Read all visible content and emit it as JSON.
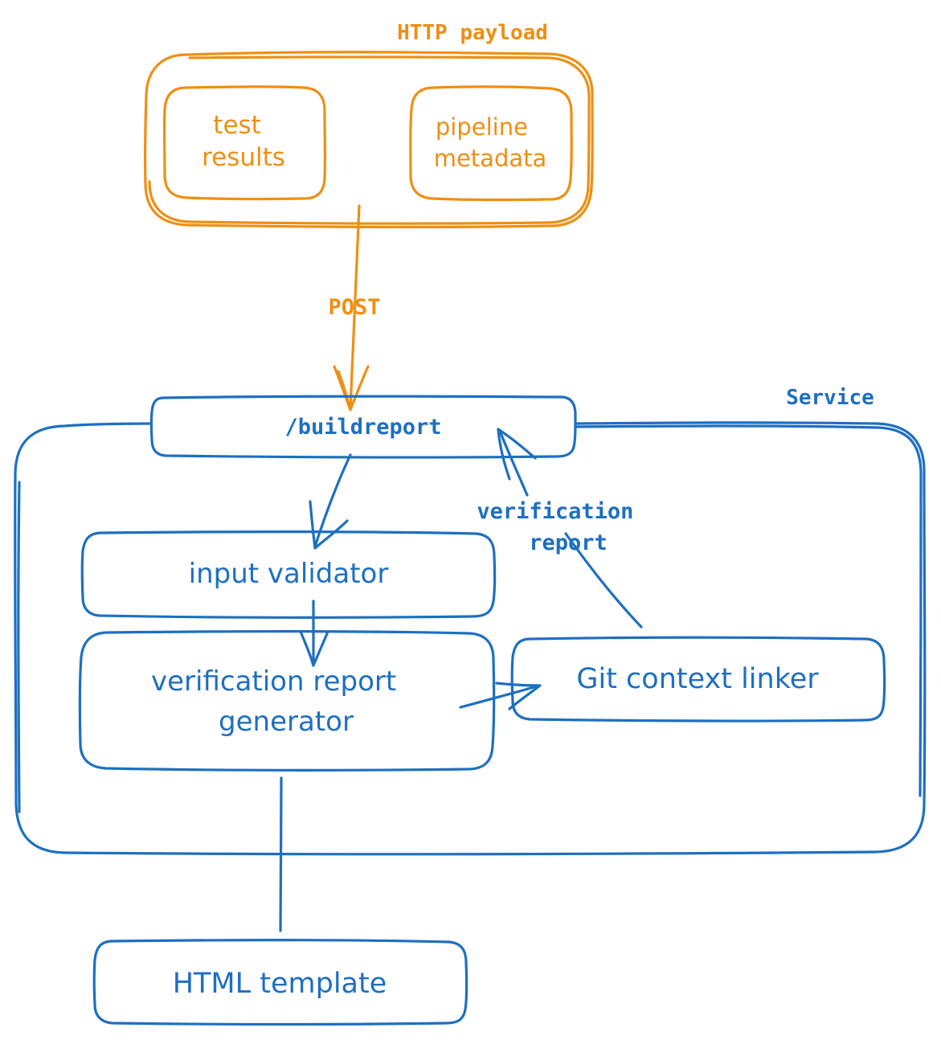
{
  "colors": {
    "orange": "#ee8f13",
    "blue": "#1e6fc1",
    "background": "#ffffff"
  },
  "payload": {
    "group_label": "HTTP payload",
    "test_results": {
      "line1": "test",
      "line2": "results"
    },
    "pipeline_metadata": {
      "line1": "pipeline",
      "line2": "metadata"
    }
  },
  "edges": {
    "post_label": "POST",
    "verification_report": {
      "line1": "verification",
      "line2": "report"
    }
  },
  "service": {
    "group_label": "Service",
    "endpoint": "/buildreport",
    "input_validator": "input validator",
    "report_generator": {
      "line1": "verification report",
      "line2": "generator"
    },
    "git_linker": "Git context linker"
  },
  "external": {
    "html_template": "HTML template"
  }
}
